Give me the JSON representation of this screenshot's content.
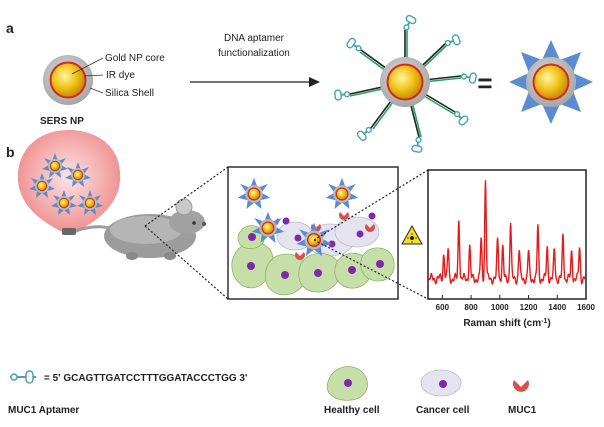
{
  "panel_a": {
    "letter": "a",
    "labels": {
      "core": "Gold NP core",
      "dye": "IR dye",
      "shell": "Silica Shell",
      "nanoparticle": "SERS NP"
    },
    "arrow_text_line1": "DNA aptamer",
    "arrow_text_line2": "functionalization",
    "equals": "="
  },
  "panel_b": {
    "letter": "b"
  },
  "spectrum": {
    "x_ticks": [
      "600",
      "800",
      "1000",
      "1200",
      "1400",
      "1600"
    ],
    "xlabel_main": "Raman shift (cm",
    "xlabel_sup": "-1",
    "xlabel_end": ")",
    "xlim": [
      500,
      1600
    ],
    "line_color": "#e41b1b",
    "peaks": [
      {
        "x": 610,
        "h": 0.25
      },
      {
        "x": 640,
        "h": 0.28
      },
      {
        "x": 715,
        "h": 0.58
      },
      {
        "x": 790,
        "h": 0.32
      },
      {
        "x": 870,
        "h": 0.38
      },
      {
        "x": 900,
        "h": 0.95
      },
      {
        "x": 985,
        "h": 0.38
      },
      {
        "x": 1020,
        "h": 0.3
      },
      {
        "x": 1075,
        "h": 0.55
      },
      {
        "x": 1135,
        "h": 0.28
      },
      {
        "x": 1200,
        "h": 0.26
      },
      {
        "x": 1265,
        "h": 0.5
      },
      {
        "x": 1330,
        "h": 0.3
      },
      {
        "x": 1380,
        "h": 0.28
      },
      {
        "x": 1440,
        "h": 0.42
      },
      {
        "x": 1500,
        "h": 0.26
      },
      {
        "x": 1555,
        "h": 0.3
      }
    ]
  },
  "legend": {
    "sequence": "= 5' GCAGTTGATCCTTTGGATACCCTGG 3'",
    "aptamer": "MUC1 Aptamer",
    "healthy": "Healthy cell",
    "cancer": "Cancer cell",
    "muc1": "MUC1"
  },
  "colors": {
    "core": "#f2c21a",
    "dye": "#d42a1a",
    "shell": "#b9b9b9",
    "star": "#5b8bd0",
    "healthy_cell": "#c6dfa8",
    "cancer_cell": "#e4e4f0",
    "nucleus": "#7e2aa8",
    "muc1": "#d9504e",
    "aptamer": "#4aa3a8",
    "strand": "#2aa35a",
    "balloon": "#ef8c8c",
    "mouse": "#9c9c9c"
  }
}
